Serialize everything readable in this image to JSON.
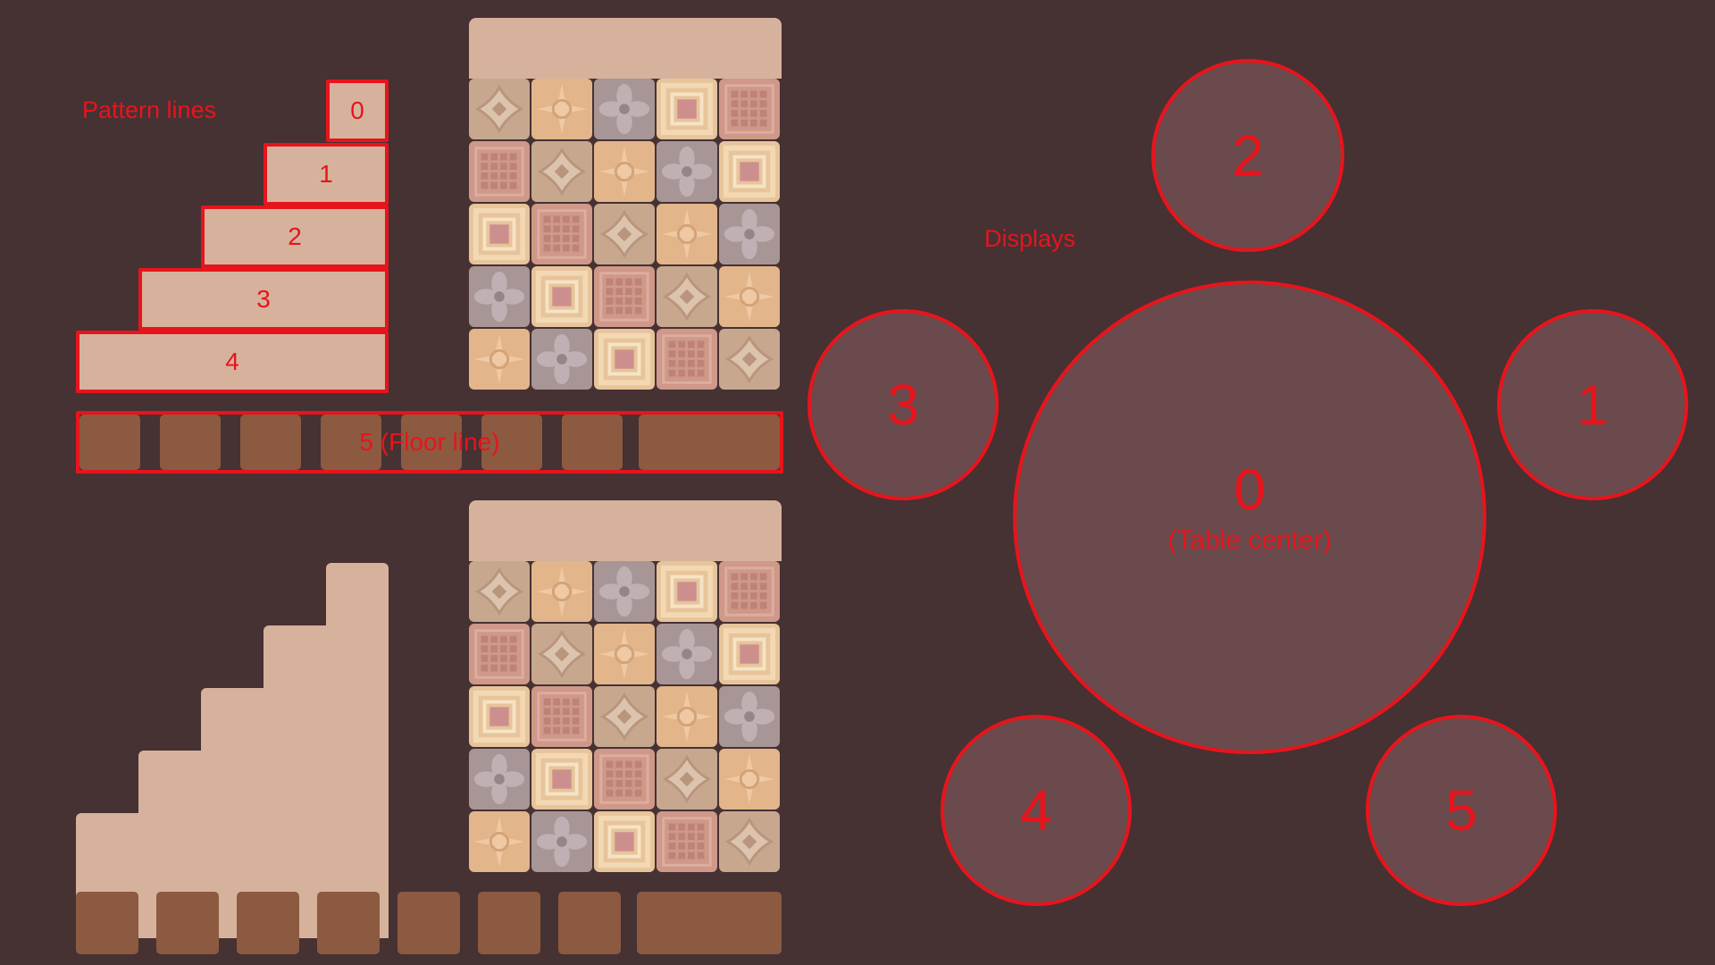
{
  "labels": {
    "pattern_lines": "Pattern lines",
    "displays": "Displays",
    "floor_line": "5 (Floor line)",
    "table_center_number": "0",
    "table_center_text": "(Table center)"
  },
  "pattern_lines": [
    "0",
    "1",
    "2",
    "3",
    "4"
  ],
  "displays": [
    "1",
    "2",
    "3",
    "4",
    "5"
  ],
  "wall_pattern": [
    [
      "diamond",
      "star",
      "flower",
      "square",
      "grid"
    ],
    [
      "grid",
      "diamond",
      "star",
      "flower",
      "square"
    ],
    [
      "square",
      "grid",
      "diamond",
      "star",
      "flower"
    ],
    [
      "flower",
      "square",
      "grid",
      "diamond",
      "star"
    ],
    [
      "star",
      "flower",
      "square",
      "grid",
      "diamond"
    ]
  ],
  "colors": {
    "background": "#463133",
    "highlight": "#e8141c",
    "board": "#d6b29c",
    "floor_slot": "#8c5a40",
    "display_fill": "#6a4a4c"
  }
}
